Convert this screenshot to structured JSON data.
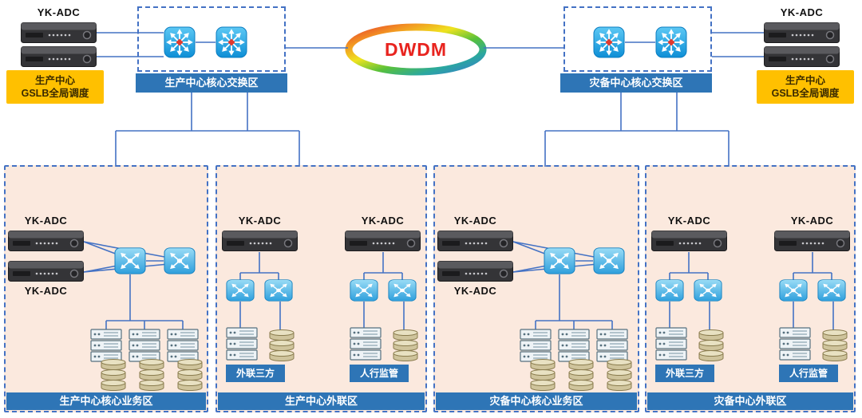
{
  "colors": {
    "connector_line": "#4472c4",
    "zone_background": "#fbe9de",
    "zone_border": "#4472c4",
    "title_bar_blue": "#2e75b6",
    "gslb_box_yellow": "#ffc000",
    "dwdm_text_red": "#e8241f",
    "switch_icon_blue": "#1b9fe0",
    "server_icon_dark": "#343437"
  },
  "top": {
    "left_adc_label": "YK-ADC",
    "right_adc_label": "YK-ADC",
    "left_gslb": {
      "line1": "生产中心",
      "line2": "GSLB全局调度"
    },
    "right_gslb": {
      "line1": "生产中心",
      "line2": "GSLB全局调度"
    },
    "left_core_title": "生产中心核心交换区",
    "right_core_title": "灾备中心核心交换区",
    "dwdm_label": "DWDM"
  },
  "zones": [
    {
      "title": "生产中心核心业务区",
      "adc_label_top": "YK-ADC",
      "adc_label_bottom": "YK-ADC"
    },
    {
      "title": "生产中心外联区",
      "adc_label_left": "YK-ADC",
      "adc_label_right": "YK-ADC",
      "tag_left": "外联三方",
      "tag_right": "人行监管"
    },
    {
      "title": "灾备中心核心业务区",
      "adc_label_top": "YK-ADC",
      "adc_label_bottom": "YK-ADC"
    },
    {
      "title": "灾备中心外联区",
      "adc_label_left": "YK-ADC",
      "adc_label_right": "YK-ADC",
      "tag_left": "外联三方",
      "tag_right": "人行监管"
    }
  ]
}
